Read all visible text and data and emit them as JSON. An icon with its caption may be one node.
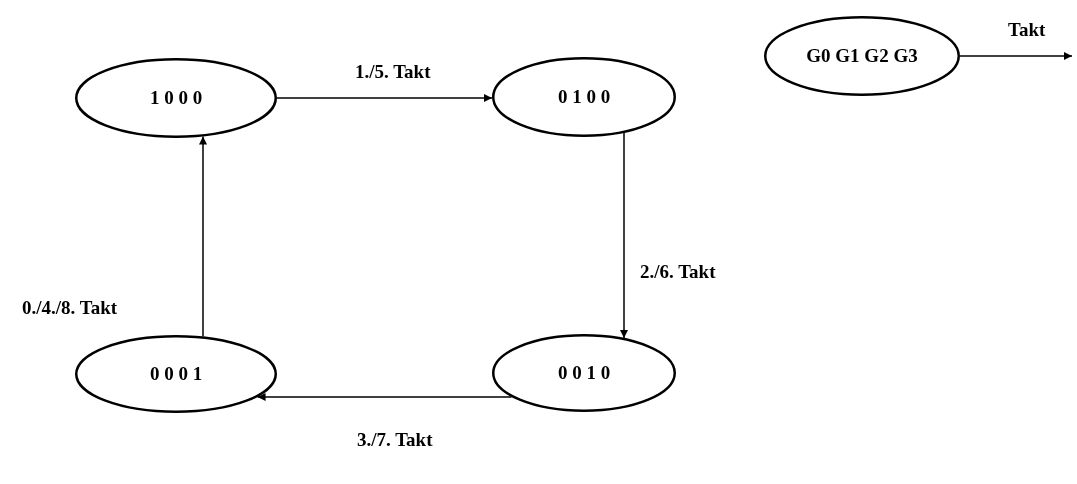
{
  "diagram": {
    "nodes": [
      {
        "text": [
          "G0 G1 G2 G3"
        ]
      },
      {
        "text": [
          "1 0 0 0"
        ]
      },
      {
        "text": [
          "0 1 0 0"
        ]
      },
      {
        "text": [
          "0 0 1 0"
        ]
      },
      {
        "text": [
          "0 0 0 1"
        ]
      }
    ],
    "edges": [
      {
        "from": 0,
        "to": null,
        "arrow": "to",
        "label": "Takt"
      },
      {
        "from": 1,
        "to": 2,
        "arrow": "to",
        "label": "1./5. Takt"
      },
      {
        "from": 2,
        "to": 3,
        "arrow": "to",
        "label": "2./6. Takt"
      },
      {
        "from": 3,
        "to": 4,
        "arrow": "to",
        "label": "3./7. Takt"
      },
      {
        "from": 4,
        "to": 1,
        "arrow": "to",
        "label": "0./4./8. Takt"
      }
    ]
  }
}
